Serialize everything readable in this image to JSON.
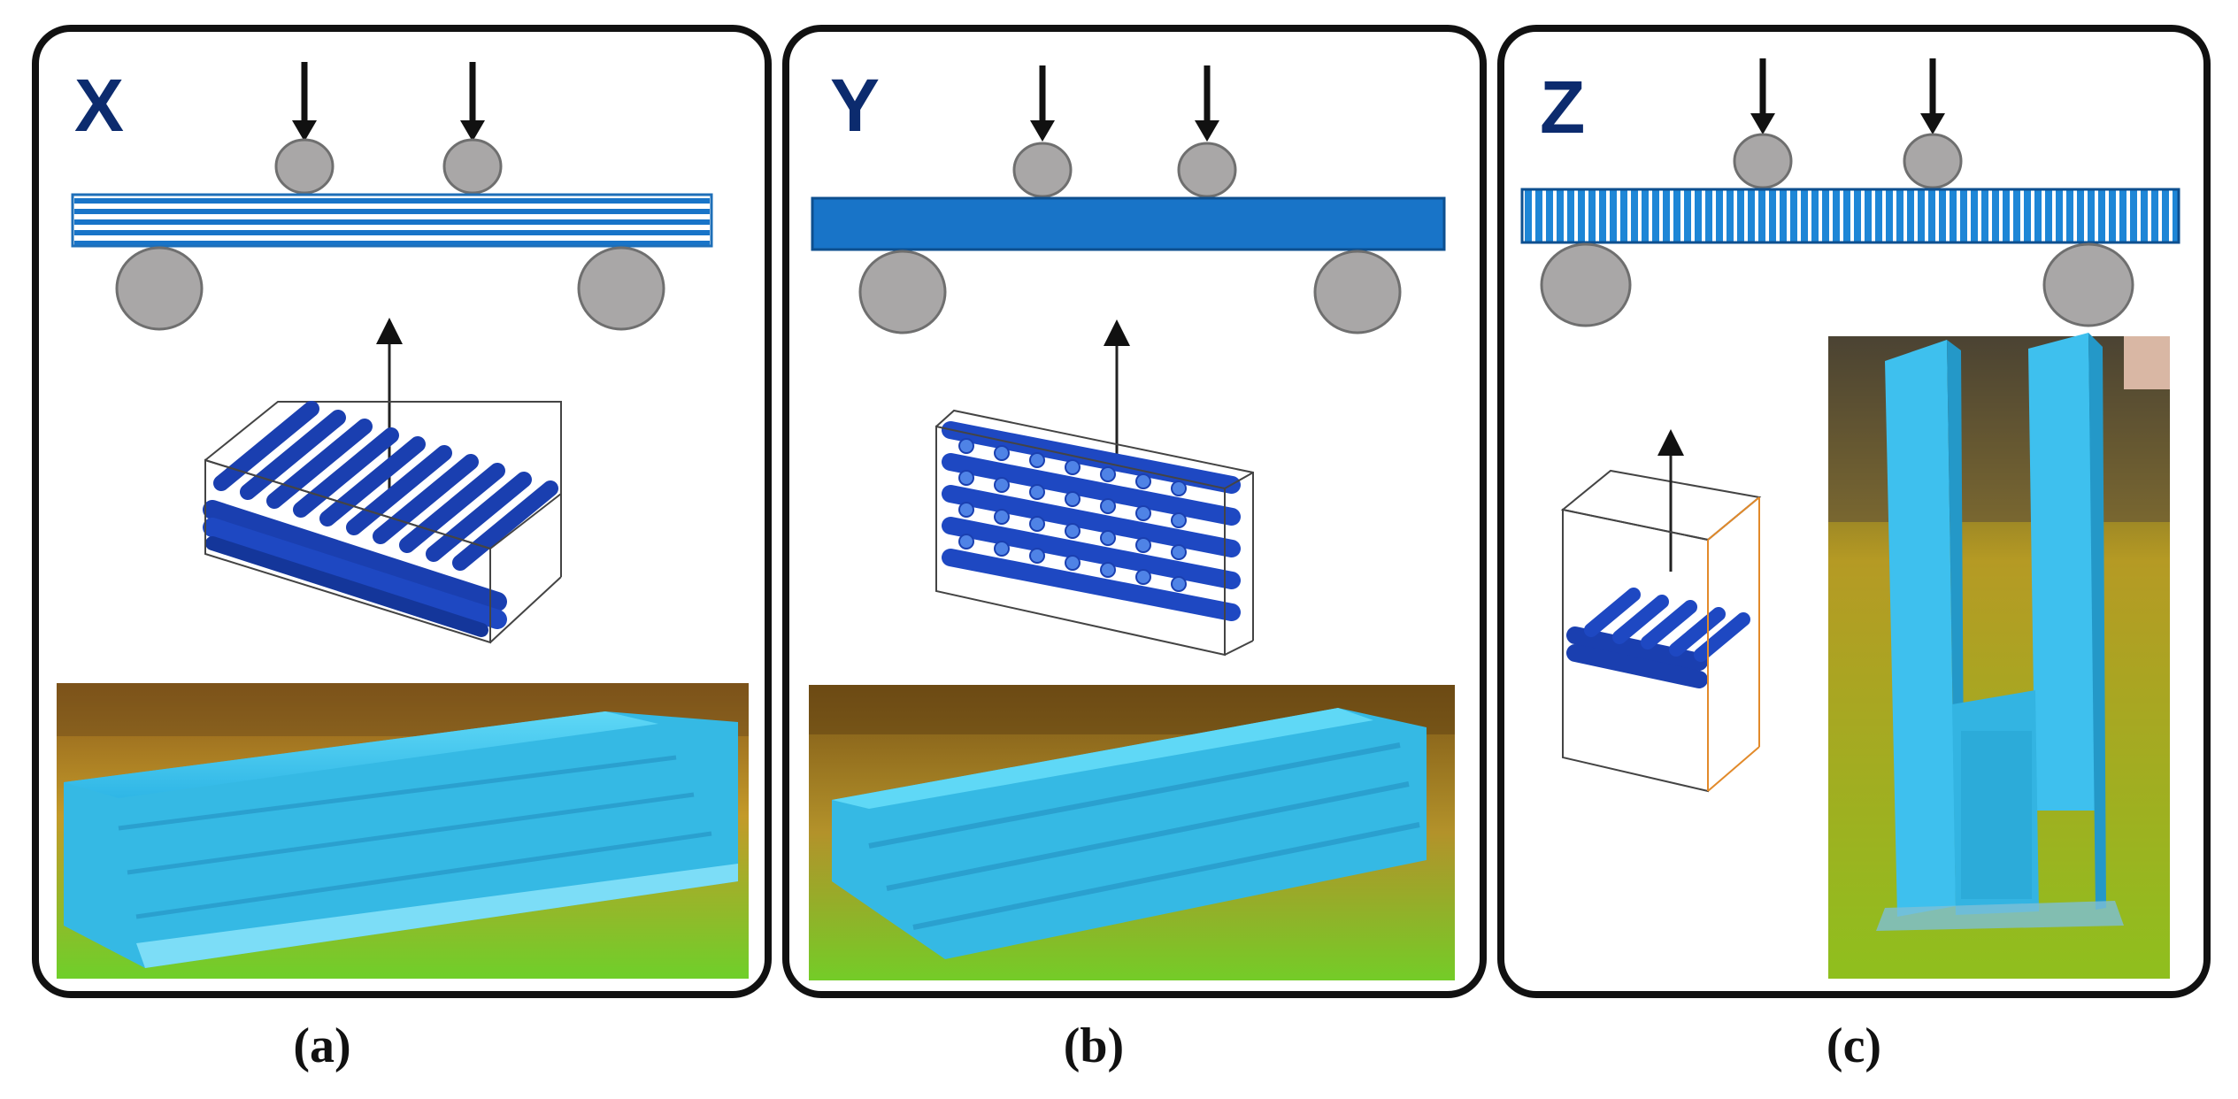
{
  "panels": [
    {
      "axis": "X",
      "caption": "(a)"
    },
    {
      "axis": "Y",
      "caption": "(b)"
    },
    {
      "axis": "Z",
      "caption": "(c)"
    }
  ],
  "colors": {
    "filament_dark": "#1a3fb0",
    "filament_light": "#2d63d8",
    "beam_blue": "#1874c8",
    "print_cyan": "#39c4ef",
    "roller_gray": "#a9a7a7",
    "axis_navy": "#0c2b6e"
  }
}
